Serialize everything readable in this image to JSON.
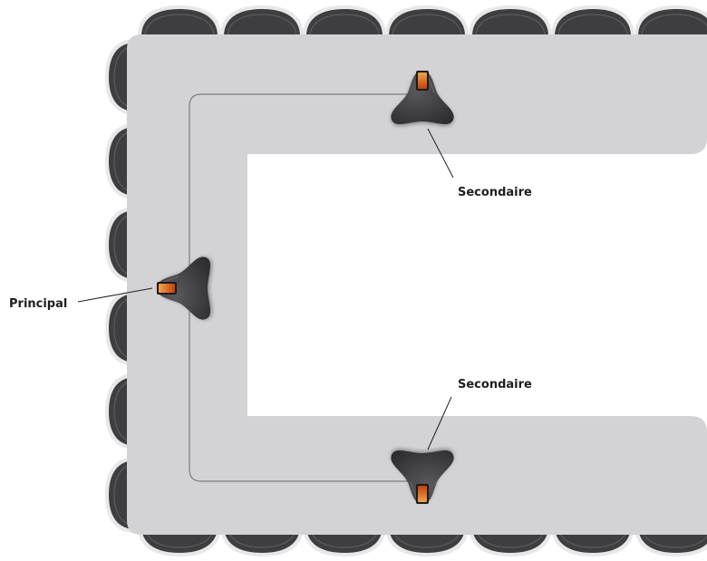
{
  "colors": {
    "table": "#d3d3d5",
    "chair": "#3e3e40",
    "chair_rim": "#e9e9e9",
    "device": "#3b3b3d",
    "device_screen_top": "#f2a34a",
    "device_screen_bottom": "#c2410c",
    "cable": "#7d7d80",
    "leader": "#222222"
  },
  "labels": {
    "principal": "Principal",
    "secondary_top": "Secondaire",
    "secondary_bottom": "Secondaire"
  },
  "icons": {
    "chairs": "conference-chair-icon",
    "devices": "speakerphone-icon"
  }
}
